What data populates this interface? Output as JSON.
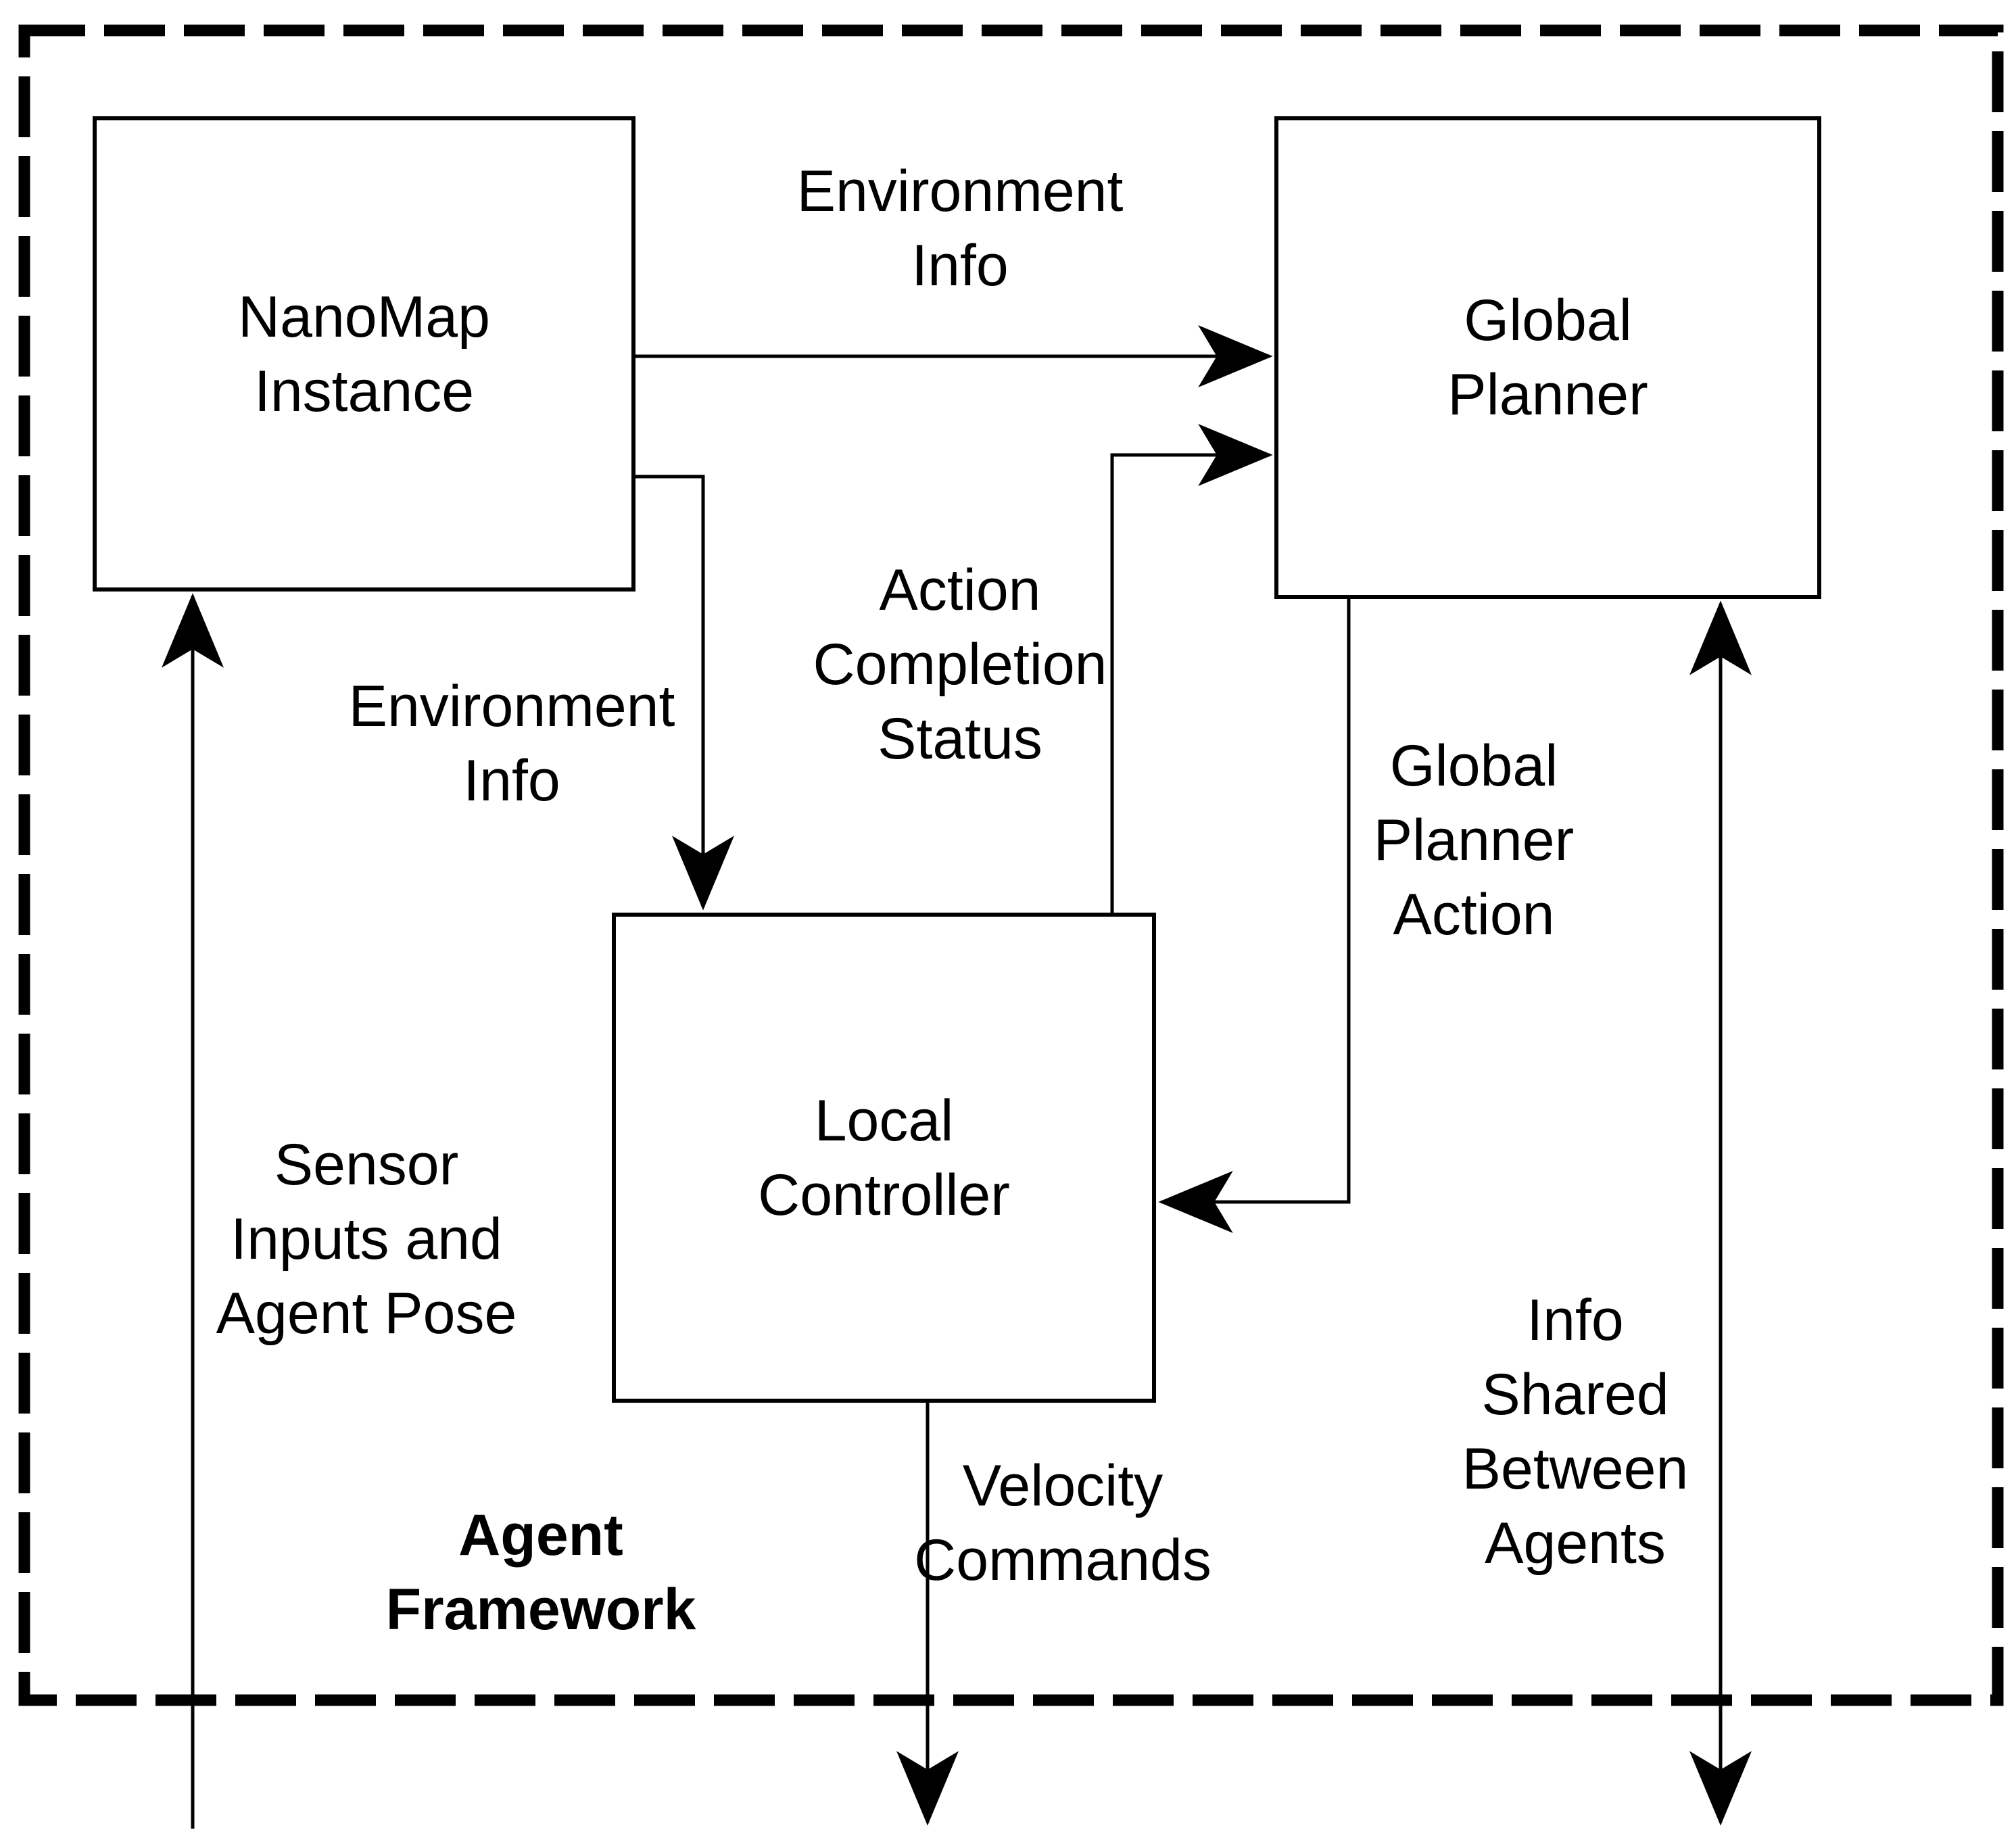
{
  "diagram": {
    "frame_label": "Agent\nFramework",
    "nodes": {
      "nanomap": {
        "label": "NanoMap\nInstance"
      },
      "global_planner": {
        "label": "Global\nPlanner"
      },
      "local_controller": {
        "label": "Local\nController"
      }
    },
    "edges": {
      "env_info_top": {
        "label": "Environment\nInfo"
      },
      "env_info_left": {
        "label": "Environment\nInfo"
      },
      "action_completion_status": {
        "label": "Action\nCompletion\nStatus"
      },
      "global_planner_action": {
        "label": "Global\nPlanner\nAction"
      },
      "sensor_inputs": {
        "label": "Sensor\nInputs and\nAgent Pose"
      },
      "velocity_commands": {
        "label": "Velocity\nCommands"
      },
      "info_shared": {
        "label": "Info\nShared\nBetween\nAgents"
      }
    },
    "colors": {
      "line": "#000000",
      "background": "#ffffff",
      "text": "#000000"
    }
  }
}
